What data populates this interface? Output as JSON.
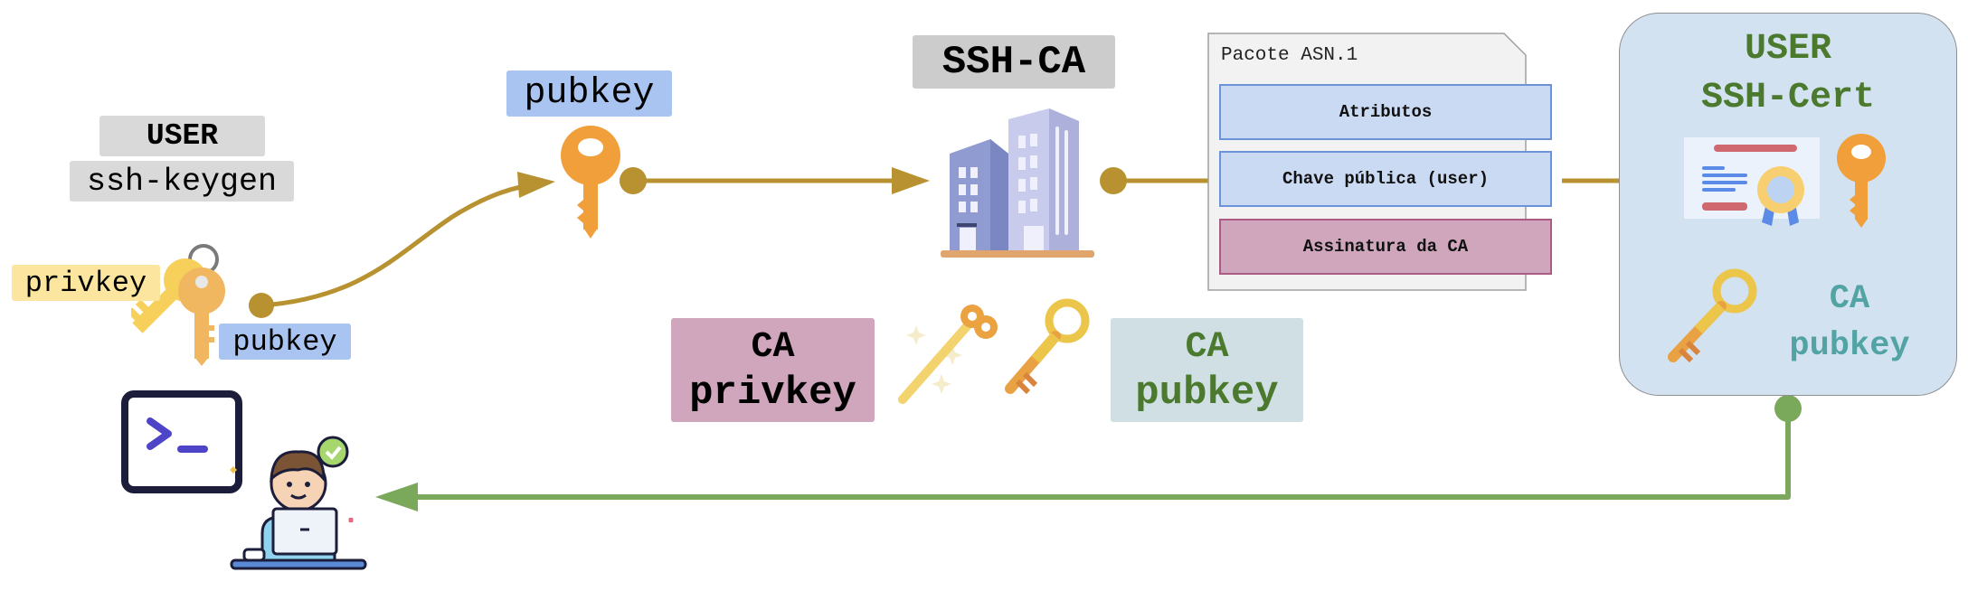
{
  "user_section": {
    "title": "USER",
    "tool": "ssh-keygen",
    "privkey_label": "privkey",
    "pubkey_label": "pubkey"
  },
  "transfer": {
    "pubkey_label": "pubkey"
  },
  "ca_section": {
    "title": "SSH-CA",
    "privkey_title": "CA",
    "privkey_label": "privkey",
    "pubkey_title": "CA",
    "pubkey_label": "pubkey"
  },
  "asn_package": {
    "title": "Pacote ASN.1",
    "fields": [
      {
        "label": "Atributos"
      },
      {
        "label": "Chave pública (user)"
      },
      {
        "label": "Assinatura da CA"
      }
    ]
  },
  "certificate": {
    "title_line1": "USER",
    "title_line2": "SSH-Cert",
    "ca_title": "CA",
    "ca_label": "pubkey"
  },
  "colors": {
    "flow_arrow": "#b89230",
    "return_arrow": "#7aa95c",
    "cert_title": "#4b7a2e",
    "ca_pubkey_text": "#52a3a4",
    "ca_privkey_bg": "#cfa6bc",
    "ca_pubkey_bg": "#d0dfe3"
  }
}
